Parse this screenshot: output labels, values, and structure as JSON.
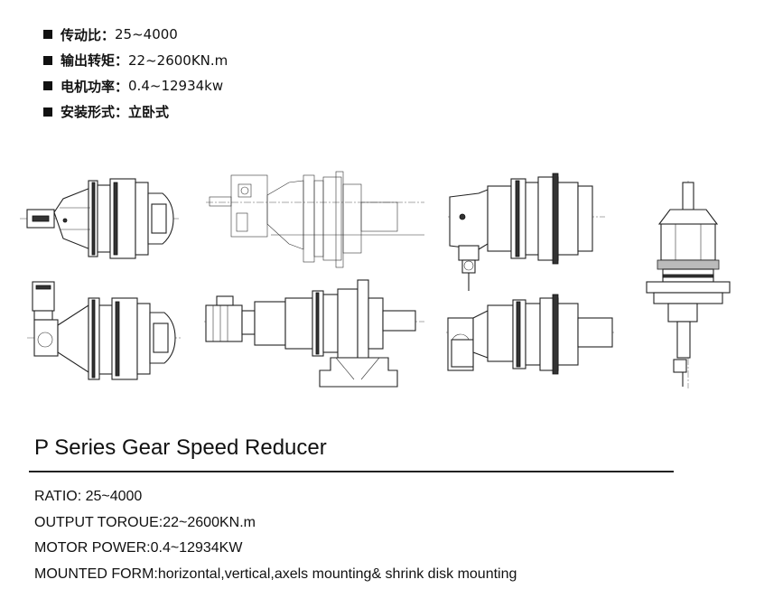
{
  "cn_specs": [
    {
      "label": "传动比：",
      "value": "25~4000"
    },
    {
      "label": "输出转矩：",
      "value": "22~2600KN.m"
    },
    {
      "label": "电机功率：",
      "value": "0.4~12934kw"
    },
    {
      "label": "安装形式：",
      "value": "立卧式"
    }
  ],
  "title": "P Series Gear Speed Reducer",
  "en_specs": [
    "RATIO:  25~4000",
    "OUTPUT TOROUE:22~2600KN.m",
    "MOTOR POWER:0.4~12934KW",
    "MOUNTED FORM:horizontal,vertical,axels mounting& shrink disk mounting"
  ]
}
